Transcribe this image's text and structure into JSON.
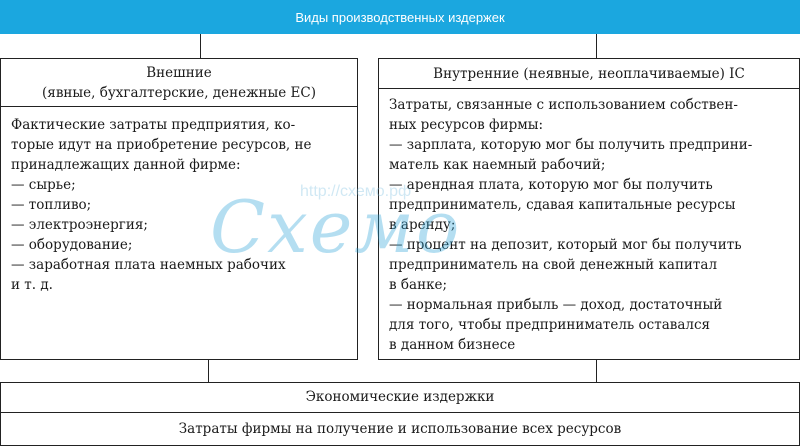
{
  "title": "Виды производственных издержек",
  "external": {
    "head": [
      "Внешние",
      "(явные, бухгалтерские, денежные ЕС)"
    ],
    "lines": [
      "Фактические затраты предприятия, ко-",
      "торые идут на приобретение ресурсов, не",
      "принадлежащих данной фирме:",
      "— сырье;",
      "— топливо;",
      "— электроэнергия;",
      "— оборудование;",
      "— заработная плата наемных рабочих",
      "и т. д."
    ]
  },
  "internal": {
    "head": "Внутренние (неявные, неоплачиваемые) IC",
    "lines": [
      "Затраты, связанные с использованием собствен-",
      "ных ресурсов фирмы:",
      "— зарплата, которую мог бы получить предприни-",
      "   матель как наемный рабочий;",
      "— арендная плата, которую мог бы получить",
      "   предприниматель, сдавая капитальные ресурсы",
      "   в аренду;",
      "— процент на депозит, который мог бы получить",
      "   предприниматель на свой денежный капитал",
      "   в банке;",
      "— нормальная прибыль — доход, достаточный",
      "   для того, чтобы предприниматель оставался",
      "   в данном бизнесе"
    ]
  },
  "economic": {
    "title": "Экономические издержки",
    "description": "Затраты фирмы на получение и использование всех ресурсов"
  },
  "watermark": {
    "url": "http://схемо.рф",
    "logo": "Схемо"
  }
}
